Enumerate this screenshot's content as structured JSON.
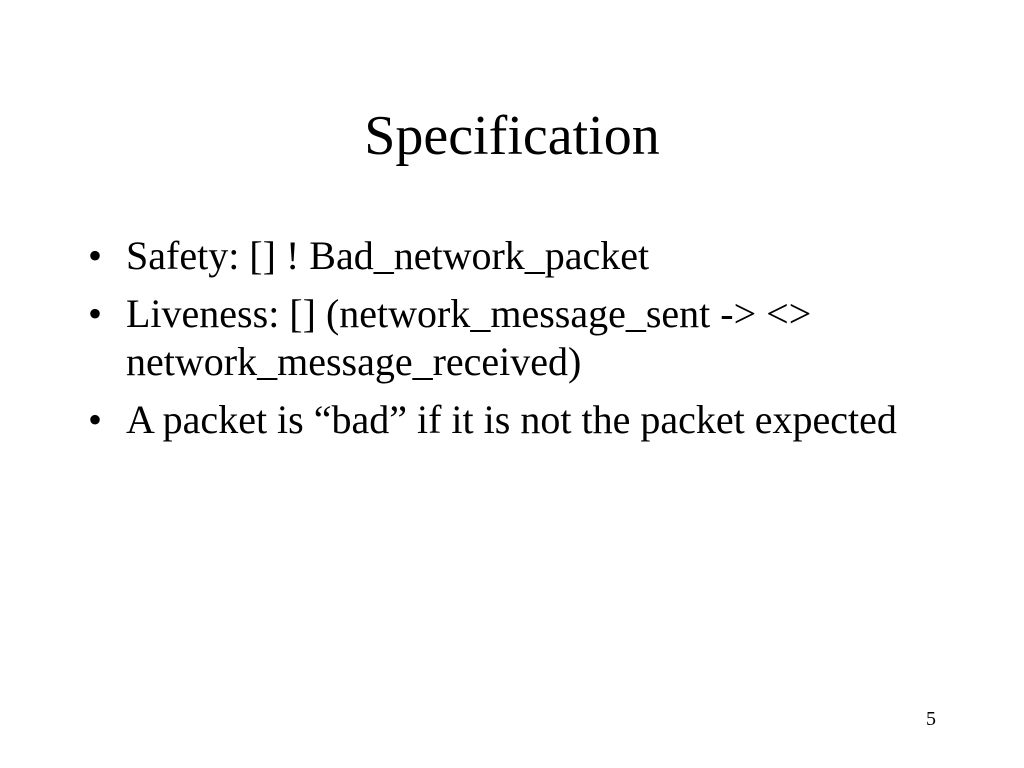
{
  "slide": {
    "title": "Specification",
    "bullet_marker": "•",
    "bullets": [
      {
        "text": "Safety: [] ! Bad_network_packet"
      },
      {
        "text": "Liveness: [] (network_message_sent -> <> network_message_received)"
      },
      {
        "text": "A packet is “bad” if it is not the packet expected"
      }
    ],
    "page_number": "5"
  }
}
